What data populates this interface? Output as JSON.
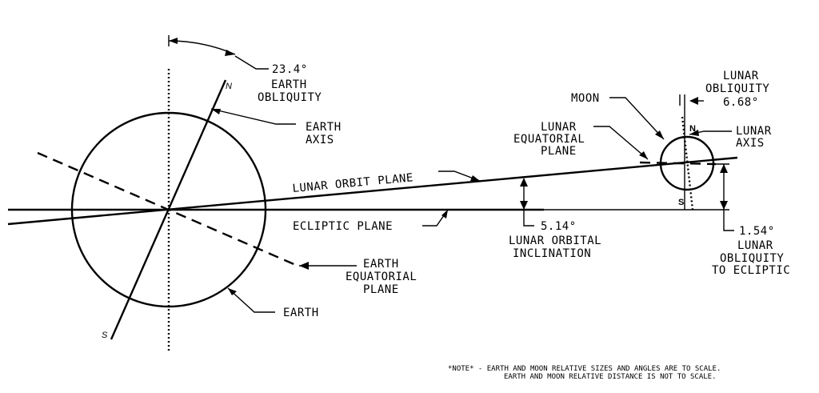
{
  "labels": {
    "earth_obliquity_angle": "23.4°",
    "earth_obliquity_l1": "EARTH",
    "earth_obliquity_l2": "OBLIQUITY",
    "earth_axis_l1": "EARTH",
    "earth_axis_l2": "AXIS",
    "lunar_orbit_plane": "LUNAR ORBIT PLANE",
    "ecliptic_plane": "ECLIPTIC PLANE",
    "orbital_inclination_angle": "5.14°",
    "orbital_inclination_l1": "LUNAR ORBITAL",
    "orbital_inclination_l2": "INCLINATION",
    "earth_equatorial_l1": "EARTH",
    "earth_equatorial_l2": "EQUATORIAL",
    "earth_equatorial_l3": "PLANE",
    "earth": "EARTH",
    "moon": "MOON",
    "lunar_equatorial_l1": "LUNAR",
    "lunar_equatorial_l2": "EQUATORIAL",
    "lunar_equatorial_l3": "PLANE",
    "lunar_obliquity_l1": "LUNAR",
    "lunar_obliquity_l2": "OBLIQUITY",
    "lunar_obliquity_angle": "6.68°",
    "lunar_axis_l1": "LUNAR",
    "lunar_axis_l2": "AXIS",
    "lunar_obliquity_ecliptic_angle": "1.54°",
    "lunar_obliquity_ecliptic_l1": "LUNAR",
    "lunar_obliquity_ecliptic_l2": "OBLIQUITY",
    "lunar_obliquity_ecliptic_l3": "TO ECLIPTIC"
  },
  "poles": {
    "earth_north": "N",
    "earth_south": "S",
    "moon_north": "N",
    "moon_south": "S"
  },
  "note": {
    "line1": "*NOTE* - EARTH AND MOON RELATIVE SIZES AND ANGLES ARE TO SCALE.",
    "line2": "EARTH AND MOON RELATIVE DISTANCE IS NOT TO SCALE."
  }
}
